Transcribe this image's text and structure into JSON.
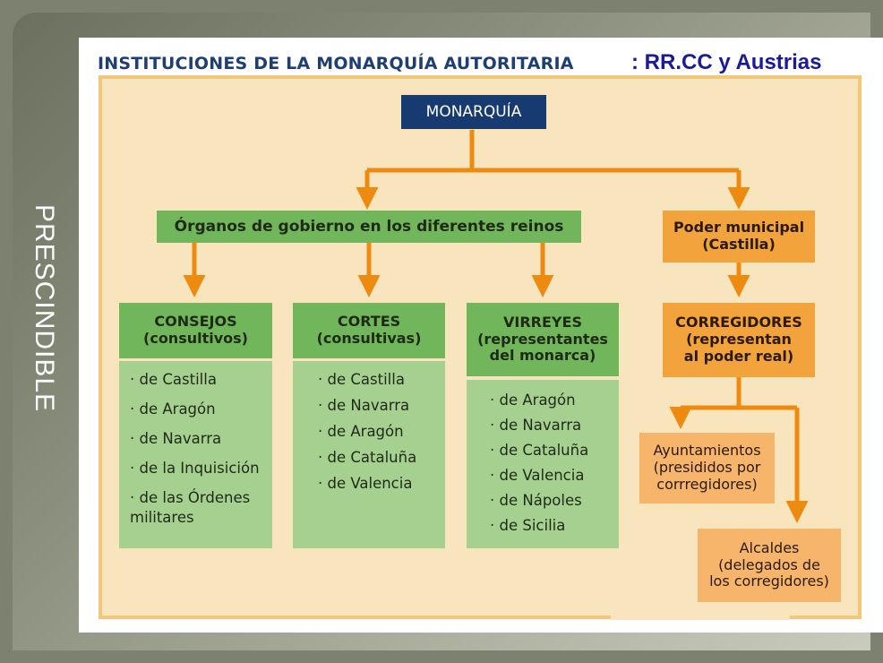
{
  "side_label": "PRESCINDIBLE",
  "title": "INSTITUCIONES DE LA MONARQUÍA AUTORITARIA",
  "subtitle": ": RR.CC y Austrias",
  "colors": {
    "navy": "#173a70",
    "green": "#72b65b",
    "light_green": "#a6d08f",
    "orange": "#f3a33b",
    "light_orange": "#f7b46b",
    "frame_bg": "#f8e5bd",
    "arrow": "#ef8a10"
  },
  "nodes": {
    "monarquia": "MONARQUÍA",
    "organos": "Órganos de gobierno en los diferentes reinos",
    "poder_municipal": "Poder municipal\n(Castilla)",
    "consejos": "CONSEJOS\n(consultivos)",
    "cortes": "CORTES\n(consultivas)",
    "virreyes": "VIRREYES\n(representantes\ndel monarca)",
    "corregidores": "CORREGIDORES\n(representan\nal poder real)",
    "ayuntamientos": "Ayuntamientos\n(presididos por\ncorrregidores)",
    "alcaldes": "Alcaldes\n(delegados de\nlos corregidores)"
  },
  "lists": {
    "consejos": [
      "de Castilla",
      "de Aragón",
      "de Navarra",
      "de la Inquisición",
      "de las Órdenes militares"
    ],
    "cortes": [
      "de Castilla",
      "de Navarra",
      "de Aragón",
      "de Cataluña",
      "de Valencia"
    ],
    "virreyes": [
      "de Aragón",
      "de Navarra",
      "de Cataluña",
      "de Valencia",
      "de Nápoles",
      "de Sicilia"
    ]
  }
}
